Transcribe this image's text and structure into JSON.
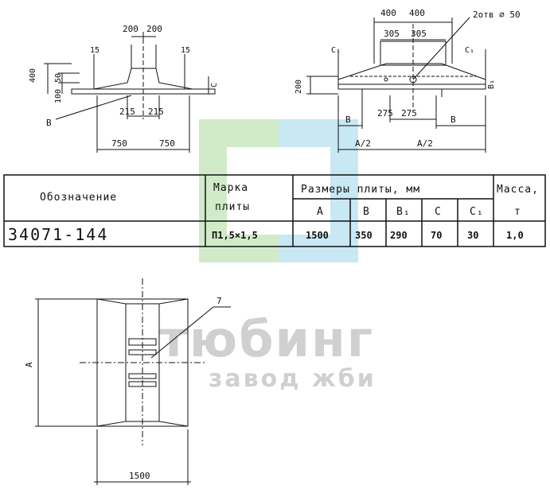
{
  "drawing": {
    "side_view": {
      "dims": {
        "top_left": "200",
        "top_right": "200",
        "ledge_left": "15",
        "ledge_right": "15",
        "h_total": "400",
        "h_50": "50",
        "h_100": "100",
        "c_label": "C",
        "base_left": "215",
        "base_right": "215",
        "bottom_left": "750",
        "bottom_right": "750",
        "leader_label": "B"
      }
    },
    "front_view": {
      "dims": {
        "top_400_left": "400",
        "top_400_right": "400",
        "top_305_left": "305",
        "top_305_right": "305",
        "holes": "2отв ⌀ 50",
        "c1_left": "C₁",
        "c1_right": "C₁",
        "h_200": "200",
        "b1_label": "B₁",
        "b_left": "B",
        "b_right": "B",
        "mid_275_left": "275",
        "mid_275_right": "275",
        "a_half_left": "A/2",
        "a_half_right": "A/2"
      }
    },
    "table": {
      "col_designation": "Обозначение",
      "col_mark_line1": "Марка",
      "col_mark_line2": "плиты",
      "col_sizes": "Размеры плиты, мм",
      "col_mass_line1": "Масса,",
      "col_mass_line2": "т",
      "sub_a": "A",
      "sub_b": "B",
      "sub_b1": "B₁",
      "sub_c": "C",
      "sub_c1": "C₁",
      "row": {
        "designation": "34071-144",
        "mark": "П1,5×1,5",
        "a": "1500",
        "b": "350",
        "b1": "290",
        "c": "70",
        "c1": "30",
        "mass": "1,0"
      }
    },
    "plan_view": {
      "leader_label": "7",
      "side_label": "A",
      "bottom_dim": "1500"
    },
    "watermark": {
      "brand": "тюбинг",
      "tagline": "завод жби",
      "colors": {
        "green": "#c9e8c0",
        "blue": "#bfe4f2",
        "text": "#c8c8c8"
      }
    }
  }
}
